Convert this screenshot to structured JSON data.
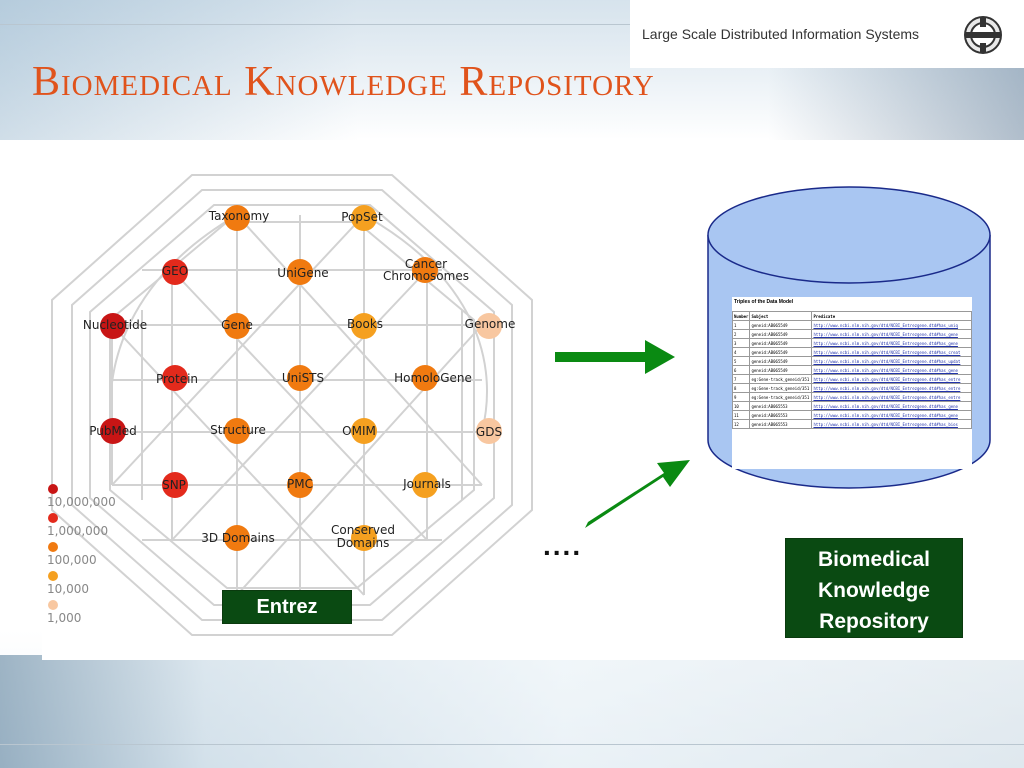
{
  "header": {
    "text": "Large Scale Distributed Information Systems",
    "logo_icon": "lsdis-gear-logo-icon"
  },
  "title": "Biomedical Knowledge Repository",
  "entrez": {
    "label": "Entrez",
    "nodes": [
      {
        "id": "taxonomy",
        "label": "Taxonomy",
        "color": "#f07a10"
      },
      {
        "id": "popset",
        "label": "PopSet",
        "color": "#f5a020"
      },
      {
        "id": "geo",
        "label": "GEO",
        "color": "#e32a1c"
      },
      {
        "id": "unigene",
        "label": "UniGene",
        "color": "#f07a10"
      },
      {
        "id": "cancer",
        "label": [
          "Cancer",
          "Chromosomes"
        ],
        "color": "#f07a10"
      },
      {
        "id": "nucleotide",
        "label": "Nucleotide",
        "color": "#c81515"
      },
      {
        "id": "gene",
        "label": "Gene",
        "color": "#f07a10"
      },
      {
        "id": "books",
        "label": "Books",
        "color": "#f5a020"
      },
      {
        "id": "genome",
        "label": "Genome",
        "color": "#f8c7a0"
      },
      {
        "id": "protein",
        "label": "Protein",
        "color": "#e32a1c"
      },
      {
        "id": "unists",
        "label": "UniSTS",
        "color": "#f07a10"
      },
      {
        "id": "homologene",
        "label": "HomoloGene",
        "color": "#f07a10"
      },
      {
        "id": "pubmed",
        "label": "PubMed",
        "color": "#c81515"
      },
      {
        "id": "structure",
        "label": "Structure",
        "color": "#f07a10"
      },
      {
        "id": "omim",
        "label": "OMIM",
        "color": "#f5a020"
      },
      {
        "id": "gds",
        "label": "GDS",
        "color": "#f8c7a0"
      },
      {
        "id": "snp",
        "label": "SNP",
        "color": "#e32a1c"
      },
      {
        "id": "pmc",
        "label": "PMC",
        "color": "#f07a10"
      },
      {
        "id": "journals",
        "label": "Journals",
        "color": "#f5a020"
      },
      {
        "id": "domains3d",
        "label": "3D Domains",
        "color": "#f07a10"
      },
      {
        "id": "cdd",
        "label": [
          "Conserved",
          "Domains"
        ],
        "color": "#f5a020"
      }
    ],
    "legend": [
      {
        "label": "10,000,000",
        "color": "#c81515"
      },
      {
        "label": "1,000,000",
        "color": "#e32a1c"
      },
      {
        "label": "100,000",
        "color": "#f07a10"
      },
      {
        "label": "10,000",
        "color": "#f5a020"
      },
      {
        "label": "1,000",
        "color": "#f8c7a0"
      }
    ]
  },
  "arrow_color": "#0a8a12",
  "ellipsis": "....",
  "triples": {
    "title": "Triples of the Data Model",
    "columns": [
      "Number",
      "Subject",
      "Predicate"
    ],
    "rows": [
      [
        "1",
        "geneid:AB065549",
        "http://www.ncbi.nlm.nih.gov/dtd/NCBI_Entrezgene.dtd#has_uniq"
      ],
      [
        "2",
        "geneid:AB065549",
        "http://www.ncbi.nlm.nih.gov/dtd/NCBI_Entrezgene.dtd#has_gene"
      ],
      [
        "3",
        "geneid:AB065549",
        "http://www.ncbi.nlm.nih.gov/dtd/NCBI_Entrezgene.dtd#has_gene"
      ],
      [
        "4",
        "geneid:AB065549",
        "http://www.ncbi.nlm.nih.gov/dtd/NCBI_Entrezgene.dtd#has_creat"
      ],
      [
        "5",
        "geneid:AB065549",
        "http://www.ncbi.nlm.nih.gov/dtd/NCBI_Entrezgene.dtd#has_updat"
      ],
      [
        "6",
        "geneid:AB065549",
        "http://www.ncbi.nlm.nih.gov/dtd/NCBI_Entrezgene.dtd#has_gene"
      ],
      [
        "7",
        "eg:Gene-track_geneid/351",
        "http://www.ncbi.nlm.nih.gov/dtd/NCBI_Entrezgene.dtd#has_entre"
      ],
      [
        "8",
        "eg:Gene-track_geneid/351",
        "http://www.ncbi.nlm.nih.gov/dtd/NCBI_Entrezgene.dtd#has_entre"
      ],
      [
        "9",
        "eg:Gene-track_geneid/351",
        "http://www.ncbi.nlm.nih.gov/dtd/NCBI_Entrezgene.dtd#has_entre"
      ],
      [
        "10",
        "geneid:AB065553",
        "http://www.ncbi.nlm.nih.gov/dtd/NCBI_Entrezgene.dtd#has_gene"
      ],
      [
        "11",
        "geneid:AB065553",
        "http://www.ncbi.nlm.nih.gov/dtd/NCBI_Entrezgene.dtd#has_gene"
      ],
      [
        "12",
        "geneid:AB065553",
        "http://www.ncbi.nlm.nih.gov/dtd/NCBI_Entrezgene.dtd#has_bios"
      ]
    ]
  },
  "repository_box": [
    "Biomedical",
    "Knowledge",
    "Repository"
  ]
}
